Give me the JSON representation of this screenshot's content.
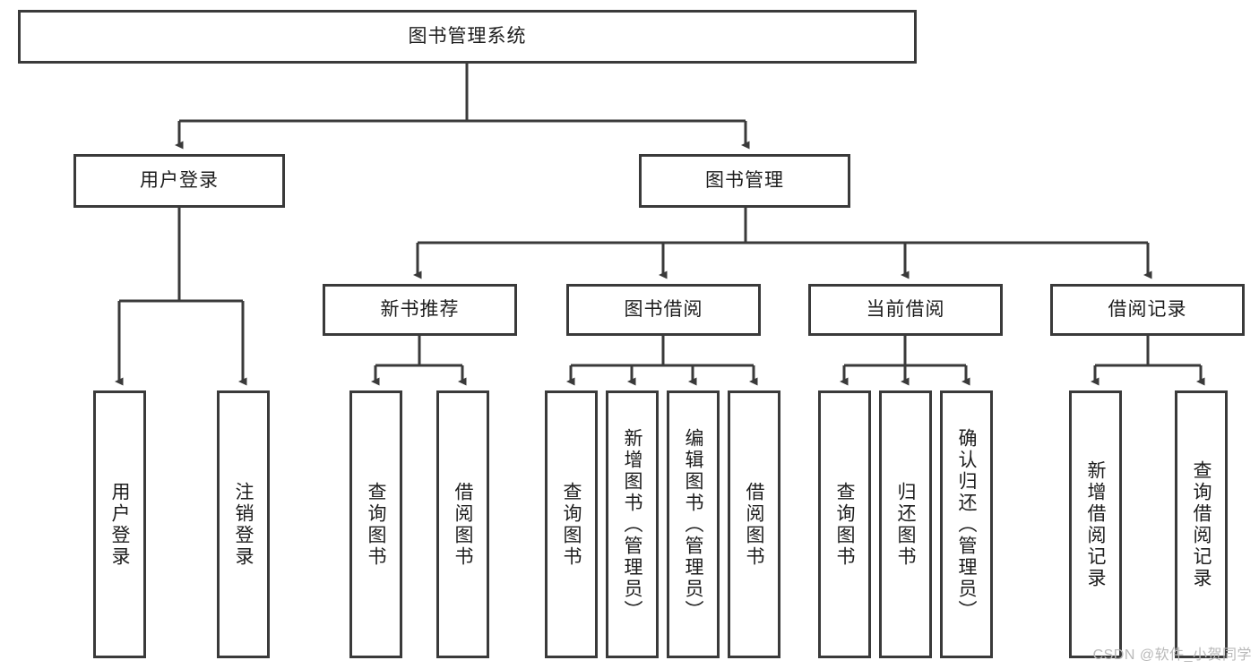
{
  "diagram": {
    "type": "tree",
    "title_node": {
      "id": "root",
      "label": "图书管理系统"
    },
    "colors": {
      "stroke": "#3a3a3a",
      "fill": "#ffffff",
      "text": "#1d1d1d",
      "watermark": "#b9b9b9"
    },
    "levels": {
      "level2": [
        {
          "id": "user-login",
          "label": "用户登录"
        },
        {
          "id": "book-manage",
          "label": "图书管理"
        }
      ],
      "level3": [
        {
          "id": "new-book-recommend",
          "label": "新书推荐",
          "parent": "book-manage"
        },
        {
          "id": "book-borrow",
          "label": "图书借阅",
          "parent": "book-manage"
        },
        {
          "id": "current-borrow",
          "label": "当前借阅",
          "parent": "book-manage"
        },
        {
          "id": "borrow-record",
          "label": "借阅记录",
          "parent": "book-manage"
        }
      ],
      "leaves": [
        {
          "id": "leaf-user-login",
          "label": "用户登录",
          "parent": "user-login"
        },
        {
          "id": "leaf-logout",
          "label": "注销登录",
          "parent": "user-login"
        },
        {
          "id": "leaf-query-book-1",
          "label": "查询图书",
          "parent": "new-book-recommend"
        },
        {
          "id": "leaf-borrow-book-1",
          "label": "借阅图书",
          "parent": "new-book-recommend"
        },
        {
          "id": "leaf-query-book-2",
          "label": "查询图书",
          "parent": "book-borrow"
        },
        {
          "id": "leaf-add-book",
          "label": "新增图书（管理员）",
          "parent": "book-borrow"
        },
        {
          "id": "leaf-edit-book",
          "label": "编辑图书（管理员）",
          "parent": "book-borrow"
        },
        {
          "id": "leaf-borrow-book-2",
          "label": "借阅图书",
          "parent": "book-borrow"
        },
        {
          "id": "leaf-query-book-3",
          "label": "查询图书",
          "parent": "current-borrow"
        },
        {
          "id": "leaf-return-book",
          "label": "归还图书",
          "parent": "current-borrow"
        },
        {
          "id": "leaf-confirm-return",
          "label": "确认归还（管理员）",
          "parent": "current-borrow"
        },
        {
          "id": "leaf-add-record",
          "label": "新增借阅记录",
          "parent": "borrow-record"
        },
        {
          "id": "leaf-query-record",
          "label": "查询借阅记录",
          "parent": "borrow-record"
        }
      ]
    }
  },
  "watermark": {
    "text": "CSDN @软件_小贺同学"
  }
}
